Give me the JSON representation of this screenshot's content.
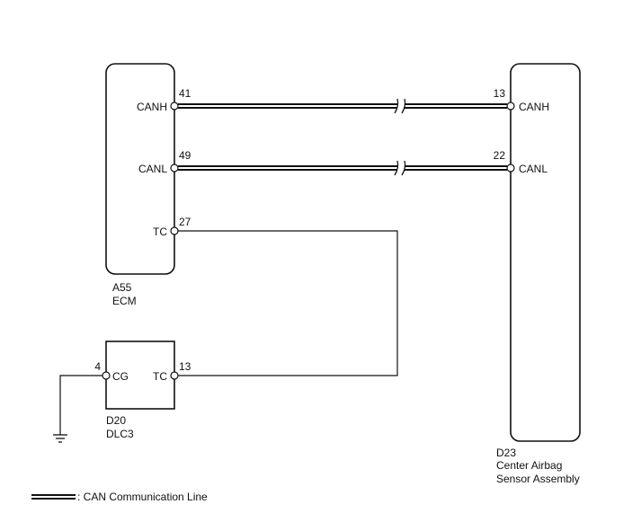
{
  "components": {
    "ecm": {
      "code": "A55",
      "name": "ECM",
      "pins": [
        {
          "number": "41",
          "label": "CANH"
        },
        {
          "number": "49",
          "label": "CANL"
        },
        {
          "number": "27",
          "label": "TC"
        }
      ]
    },
    "airbag": {
      "code": "D23",
      "name_line1": "Center Airbag",
      "name_line2": "Sensor Assembly",
      "pins": [
        {
          "number": "13",
          "label": "CANH"
        },
        {
          "number": "22",
          "label": "CANL"
        }
      ]
    },
    "dlc3": {
      "code": "D20",
      "name": "DLC3",
      "pins": [
        {
          "number": "4",
          "label": "CG"
        },
        {
          "number": "13",
          "label": "TC"
        }
      ]
    }
  },
  "legend": {
    "label": ": CAN Communication Line"
  },
  "colors": {
    "line": "#111111",
    "background": "#ffffff"
  }
}
